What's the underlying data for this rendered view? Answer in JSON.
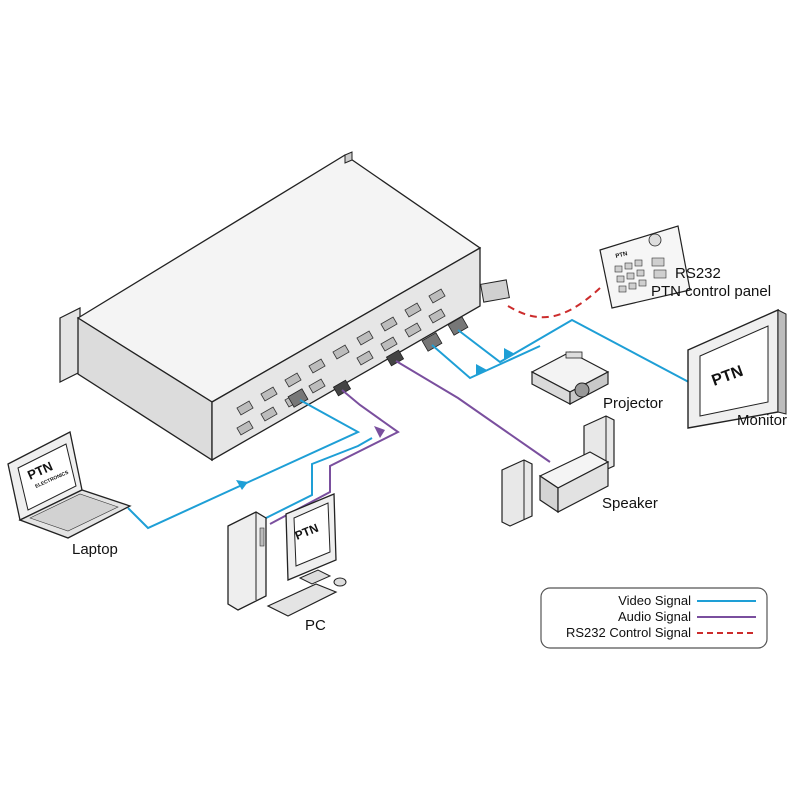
{
  "labels": {
    "rs232_line1": "RS232",
    "rs232_line2": "PTN  control  panel",
    "projector": "Projector",
    "monitor": "Monitor",
    "speaker": "Speaker",
    "laptop": "Laptop",
    "pc": "PC"
  },
  "brand": {
    "logo": "PTN",
    "sub": "ELECTRONICS"
  },
  "legend": [
    {
      "label": "Video Signal",
      "color": "#1e9fd6",
      "style": "solid"
    },
    {
      "label": "Audio Signal",
      "color": "#7a4f9e",
      "style": "solid"
    },
    {
      "label": "RS232 Control Signal",
      "color": "#cc2c2c",
      "style": "dashed"
    }
  ],
  "colors": {
    "video": "#1e9fd6",
    "audio": "#7a4f9e",
    "rs232": "#cc2c2c",
    "device_fill": "#f2f2f2",
    "outline": "#222222"
  }
}
